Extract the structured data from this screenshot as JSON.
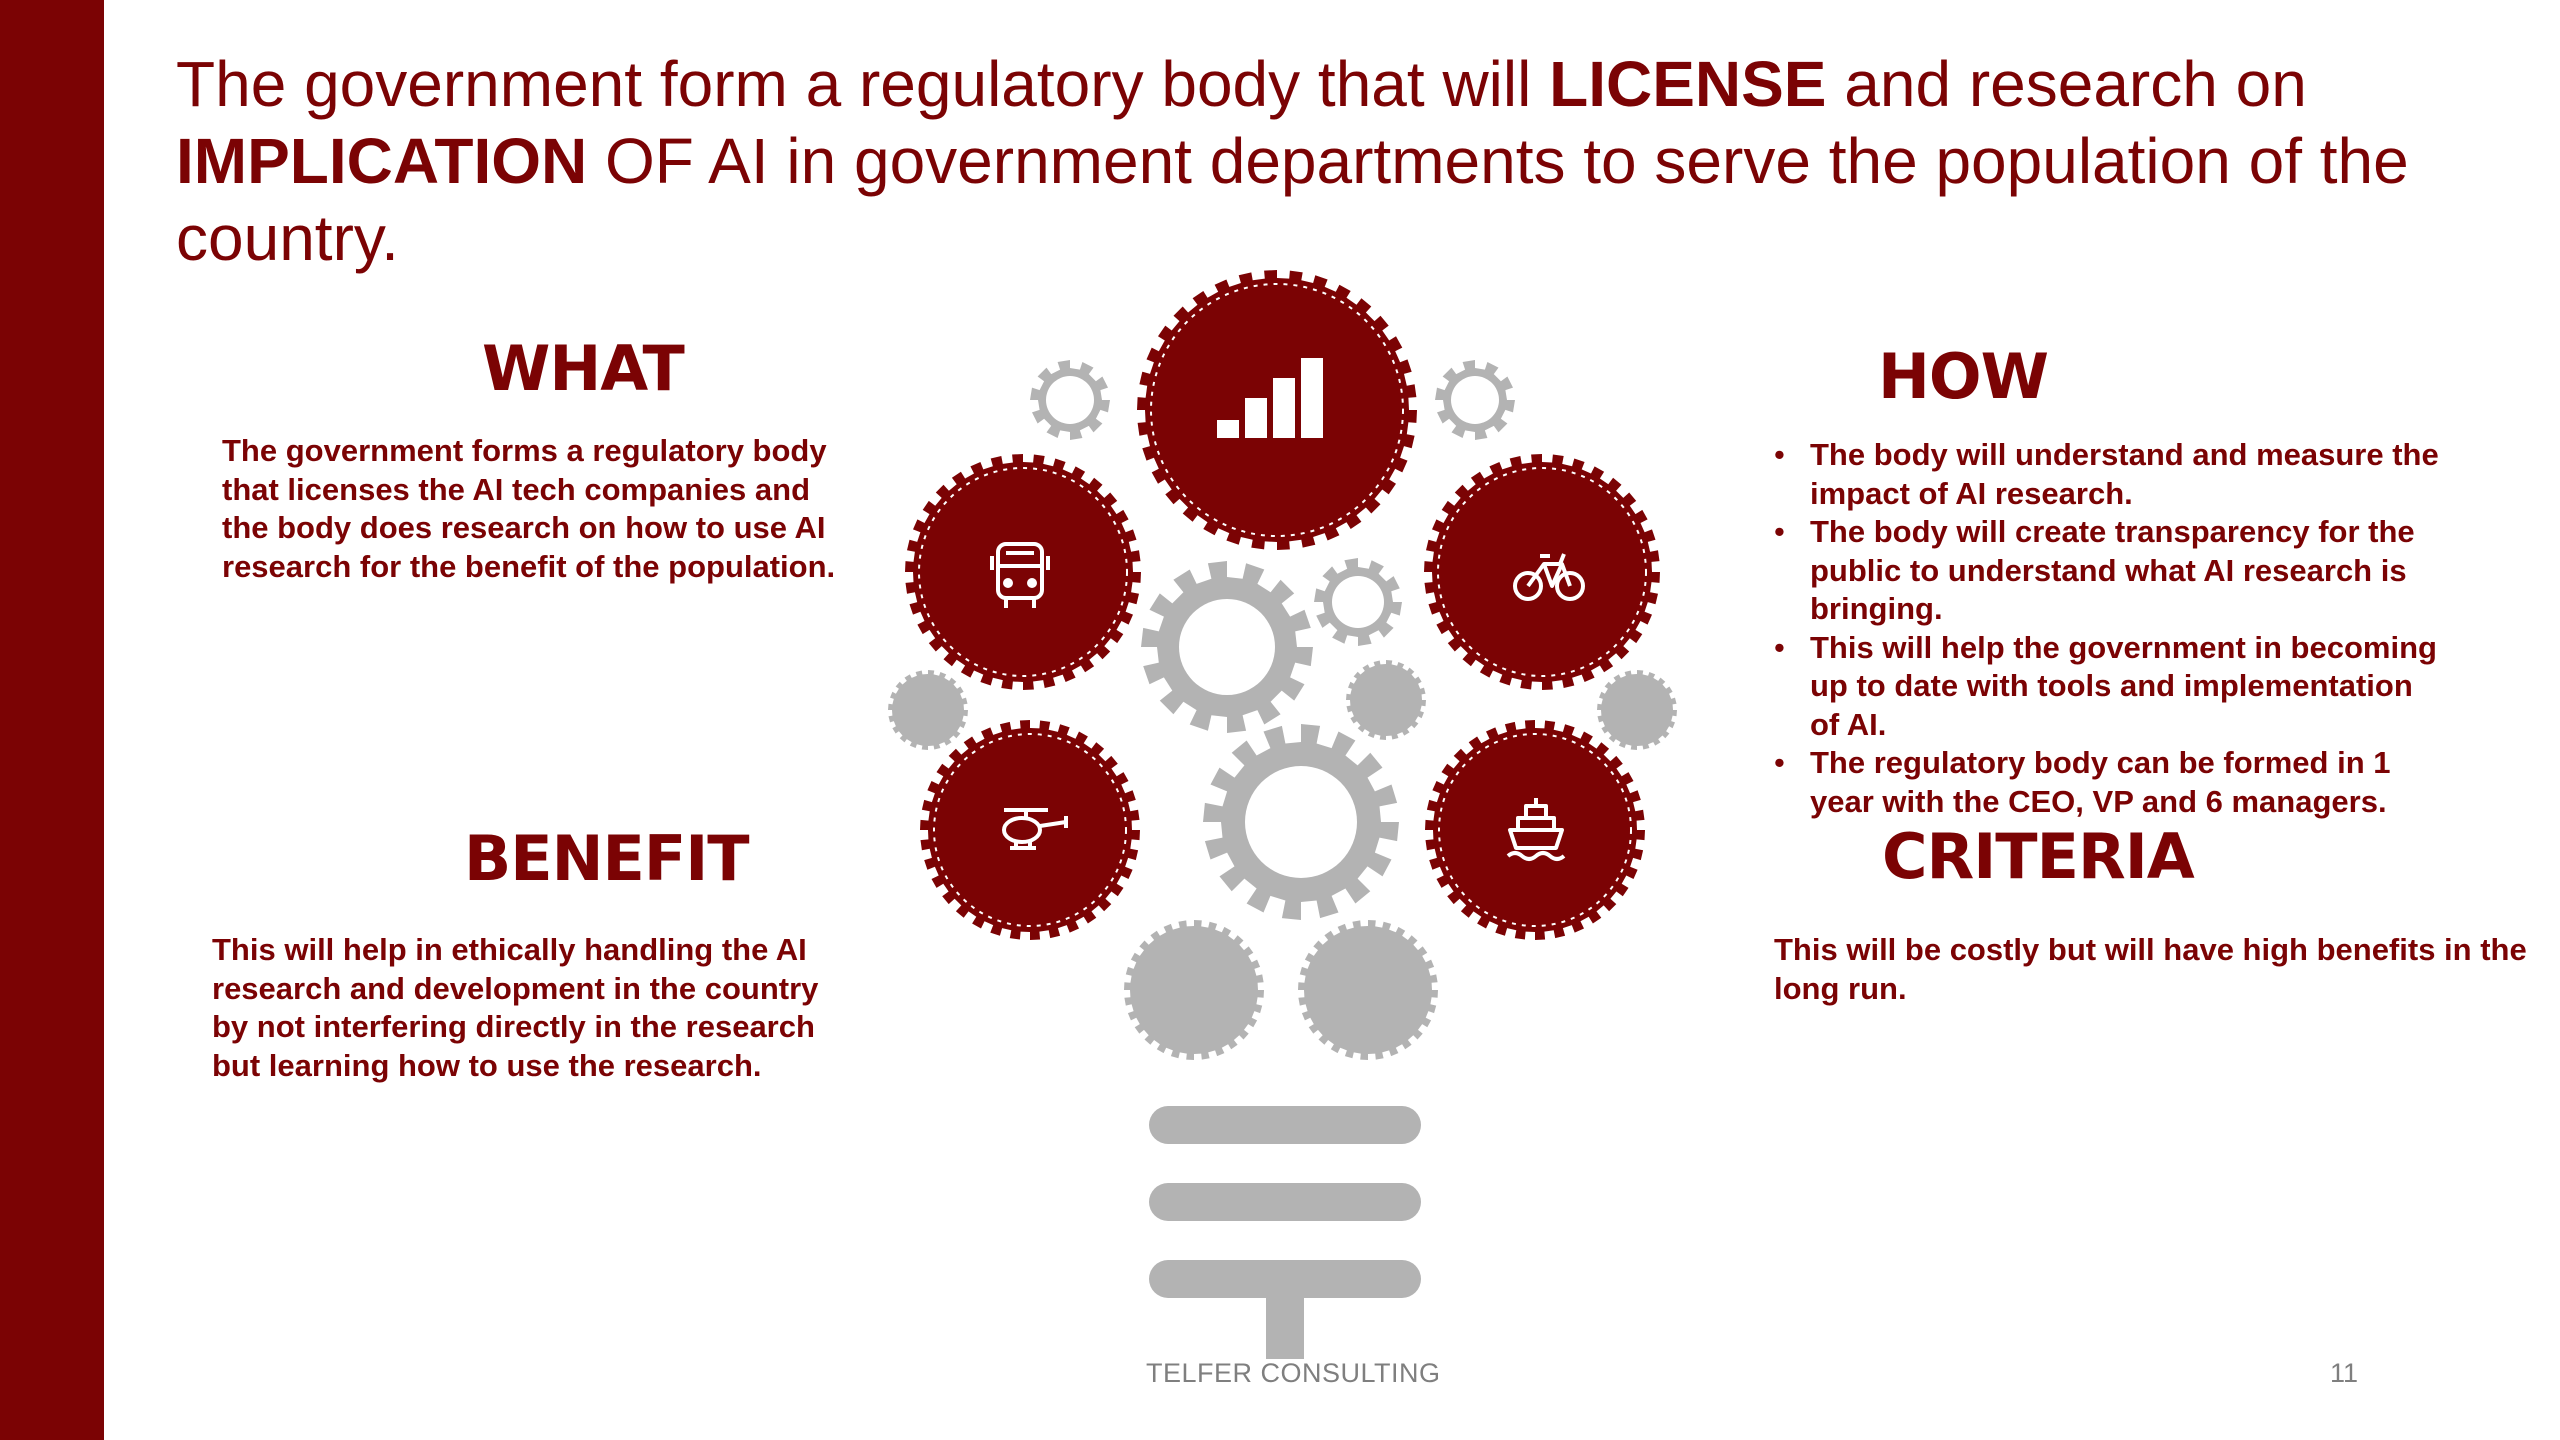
{
  "slide": {
    "title_parts": [
      {
        "text": "The government form a regulatory body that will ",
        "bold": false
      },
      {
        "text": "LICENSE",
        "bold": true
      },
      {
        "text": " and research on ",
        "bold": false
      },
      {
        "text": "IMPLICATION",
        "bold": true
      },
      {
        "text": " OF AI in government departments to serve the population of the country.",
        "bold": false
      }
    ],
    "sections": {
      "what": {
        "heading": "WHAT",
        "text": "The government forms a regulatory body that licenses the AI tech companies and the body does research on how to use AI research for the benefit of the population."
      },
      "how": {
        "heading": "HOW",
        "bullets": [
          "The body will understand and measure the impact of AI research.",
          "The body will create transparency for the public to understand what AI research is bringing.",
          "This will help the government in becoming up to date with tools and implementation of AI.",
          "The regulatory body can be formed in 1 year with the CEO, VP and 6 managers."
        ]
      },
      "benefit": {
        "heading": "BENEFIT",
        "text": "This will help in ethically handling the AI research and development in the country by not interfering directly in the research but learning how to use the research."
      },
      "criteria": {
        "heading": "CRITERIA",
        "text": "This will be costly but will have high benefits in the long run."
      }
    },
    "footer": "TELFER CONSULTING",
    "page_number": "11"
  },
  "colors": {
    "accent": "#7b0304",
    "gear_gray": "#b3b3b3",
    "text_gray": "#7f7f7f"
  },
  "icons": [
    "bar-chart-icon",
    "bus-icon",
    "bicycle-icon",
    "helicopter-icon",
    "ship-icon",
    "gear-icon",
    "lightbulb-base-icon"
  ]
}
